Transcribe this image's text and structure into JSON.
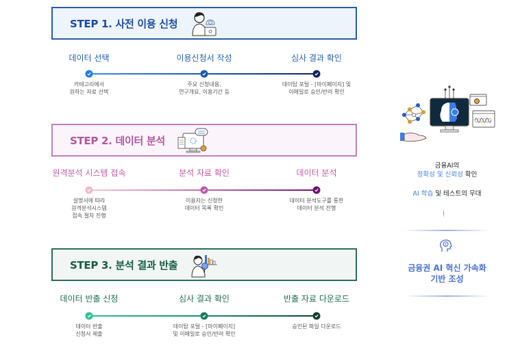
{
  "steps": [
    {
      "title": "STEP 1. 사전 이용 신청",
      "icon": "person-laptop-cloud-icon",
      "color_title": "#1c4b9e",
      "color_border": "#2a5aa8",
      "items": [
        {
          "label": "데이터 선택",
          "desc": [
            "카테고리에서",
            "원하는 자료 선택"
          ]
        },
        {
          "label": "이용신청서 작성",
          "desc": [
            "주요 신청내용,",
            "연구개요, 이용기간 등"
          ]
        },
        {
          "label": "심사 결과 확인",
          "desc": [
            "데이탑 포털 - [마이페이지] 및",
            "이메일로 승인/반려 확인"
          ]
        }
      ],
      "dot_colors": [
        "#1f7de0",
        "#1956b0",
        "#12235e"
      ]
    },
    {
      "title": "STEP 2. 데이터 분석",
      "icon": "monitor-document-chat-icon",
      "color_title": "#b5579e",
      "color_border": "#c080b8",
      "items": [
        {
          "label": "원격분석 시스템 접속",
          "desc": [
            "설명서에 따라",
            "원격분석시스템",
            "접속 절차 진행"
          ]
        },
        {
          "label": "분석 자료 확인",
          "desc": [
            "이용자는 신청한",
            "데이터 목록 확인"
          ]
        },
        {
          "label": "데이터 분석",
          "desc": [
            "데이터 분석도구를 통한",
            "데이터 분석 진행"
          ]
        }
      ],
      "dot_colors": [
        "#f5b8c8",
        "#b85ca8",
        "#6e1074"
      ]
    },
    {
      "title": "STEP 3. 분석 결과 반출",
      "icon": "person-magnifier-chart-icon",
      "color_title": "#175d48",
      "color_border": "#2e6b57",
      "items": [
        {
          "label": "데이터 반출 신청",
          "desc": [
            "데이터 반출",
            "신청서 제출"
          ]
        },
        {
          "label": "심사 결과 확인",
          "desc": [
            "데이탑 포털 - [마이페이지]",
            "및 이메일로 승인/반려 확인"
          ]
        },
        {
          "label": "반출 자료 다운로드",
          "desc": [
            "승인된 파일 다운로드"
          ]
        }
      ],
      "dot_colors": [
        "#2cc095",
        "#187a5c",
        "#123d30"
      ]
    }
  ],
  "right_panel": {
    "line1": "금융AI의",
    "line2_blue": "정확성 및 신뢰성",
    "line2_rest": " 확인",
    "line3_blue": "AI 학습",
    "line3_rest": " 및 테스트의 무대",
    "goal_line1": "금융권 AI 혁신 가속화",
    "goal_line2": "기반 조성",
    "icon_top": "ai-finance-illustration-icon",
    "icon_goal": "head-coin-icon"
  }
}
